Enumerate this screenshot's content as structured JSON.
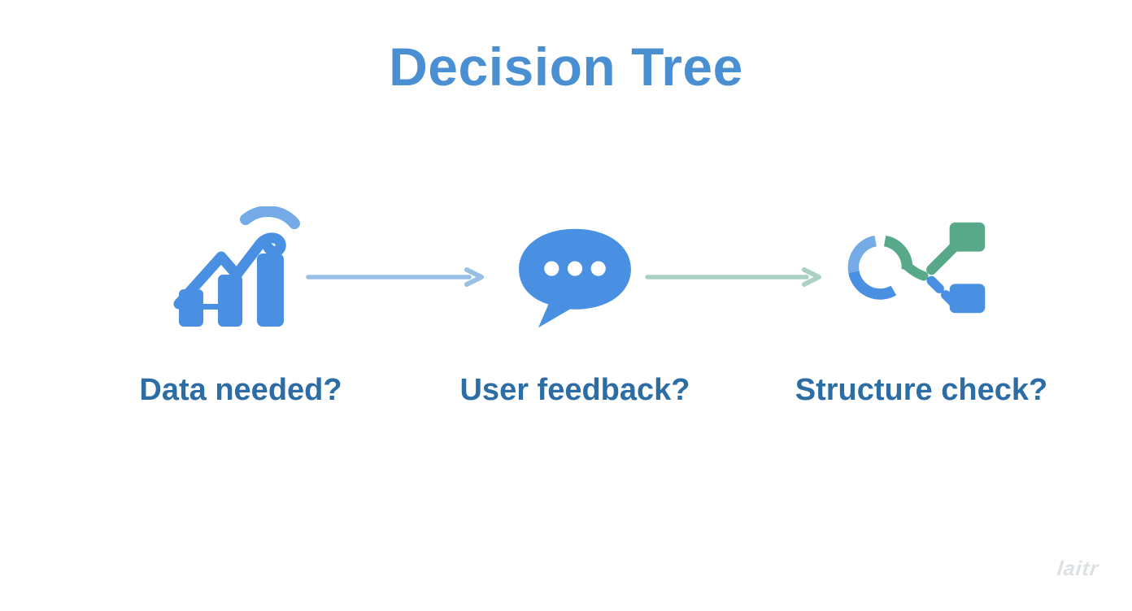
{
  "page": {
    "title": "Decision Tree",
    "watermark": "laitr"
  },
  "steps": [
    {
      "label": "Data needed?",
      "icon": "bar-chart-trend-icon"
    },
    {
      "label": "User feedback?",
      "icon": "speech-bubble-icon"
    },
    {
      "label": "Structure check?",
      "icon": "decision-split-icon"
    }
  ],
  "arrows": [
    {
      "name": "flow-arrow-1",
      "color": "#97c0e4"
    },
    {
      "name": "flow-arrow-2",
      "color": "#abd1c5"
    }
  ],
  "colors": {
    "background": "#ffffff",
    "title": "#4a8fd2",
    "label": "#2d6da5",
    "icon_blue": "#4a90e2",
    "icon_blue_light": "#74abe6",
    "icon_green": "#57a98a",
    "watermark": "#dbe0e3"
  }
}
